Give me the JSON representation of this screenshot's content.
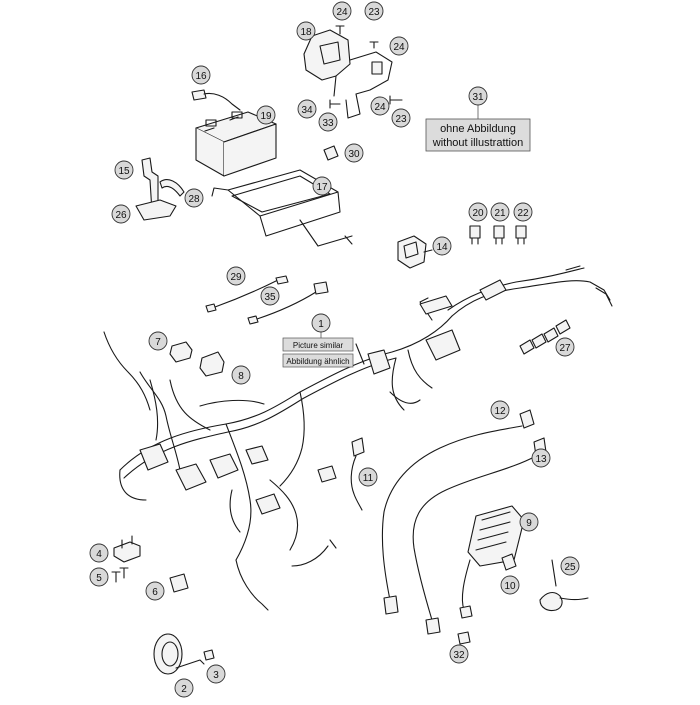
{
  "callouts": [
    "1",
    "2",
    "3",
    "4",
    "5",
    "6",
    "7",
    "8",
    "9",
    "10",
    "11",
    "12",
    "13",
    "14",
    "15",
    "16",
    "17",
    "18",
    "19",
    "20",
    "21",
    "22",
    "23",
    "23",
    "24",
    "24",
    "24",
    "25",
    "26",
    "27",
    "28",
    "29",
    "30",
    "31",
    "32",
    "33",
    "34",
    "35"
  ],
  "notes": {
    "ohne_abbildung": "ohne Abbildung",
    "without_illustration": "without illustrattion",
    "picture_similar": "Picture similar",
    "abbildung_aehnlich": "Abbildung ähnlich"
  },
  "colors": {
    "line": "#1a1a1a",
    "callout_fill": "#d9d9d9",
    "callout_stroke": "#333333",
    "note_fill": "#dcdcdc",
    "part_fill": "#f4f4f4"
  }
}
